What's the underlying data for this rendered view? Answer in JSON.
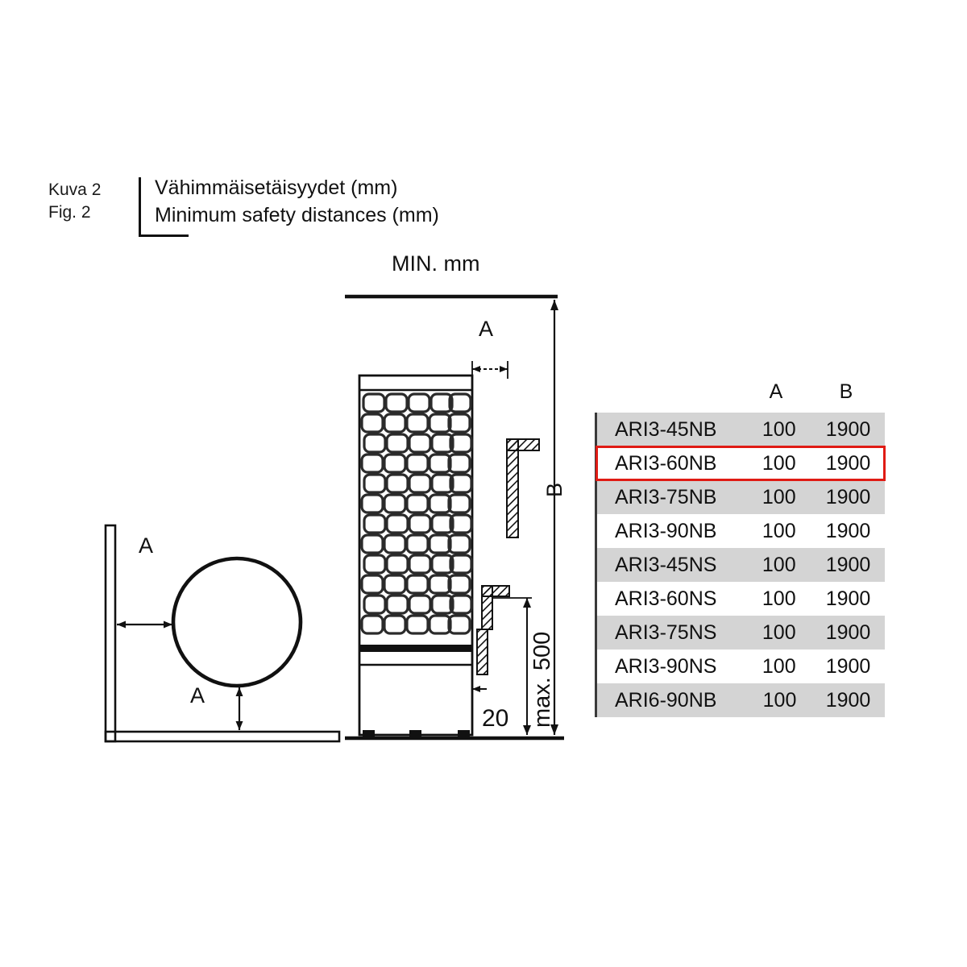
{
  "figure": {
    "label_fi": "Kuva 2",
    "label_en": "Fig. 2",
    "title_fi": "Vähimmäisetäisyydet (mm)",
    "title_en": "Minimum safety distances (mm)"
  },
  "diagram": {
    "heading": "MIN. mm",
    "labels": {
      "a_top": "A",
      "b_vertical": "B",
      "bottom_gap": "20",
      "max_height": "max. 500",
      "plan_a_left": "A",
      "plan_a_bottom": "A"
    }
  },
  "table": {
    "headers": {
      "model": "",
      "a": "A",
      "b": "B"
    },
    "rows": [
      {
        "model": "ARI3-45NB",
        "a": "100",
        "b": "1900",
        "highlighted": false
      },
      {
        "model": "ARI3-60NB",
        "a": "100",
        "b": "1900",
        "highlighted": true
      },
      {
        "model": "ARI3-75NB",
        "a": "100",
        "b": "1900",
        "highlighted": false
      },
      {
        "model": "ARI3-90NB",
        "a": "100",
        "b": "1900",
        "highlighted": false
      },
      {
        "model": "ARI3-45NS",
        "a": "100",
        "b": "1900",
        "highlighted": false
      },
      {
        "model": "ARI3-60NS",
        "a": "100",
        "b": "1900",
        "highlighted": false
      },
      {
        "model": "ARI3-75NS",
        "a": "100",
        "b": "1900",
        "highlighted": false
      },
      {
        "model": "ARI3-90NS",
        "a": "100",
        "b": "1900",
        "highlighted": false
      },
      {
        "model": "ARI6-90NB",
        "a": "100",
        "b": "1900",
        "highlighted": false
      }
    ]
  },
  "colors": {
    "highlight": "#e01b14",
    "row_stripe": "#d4d4d4",
    "line": "#111111"
  }
}
